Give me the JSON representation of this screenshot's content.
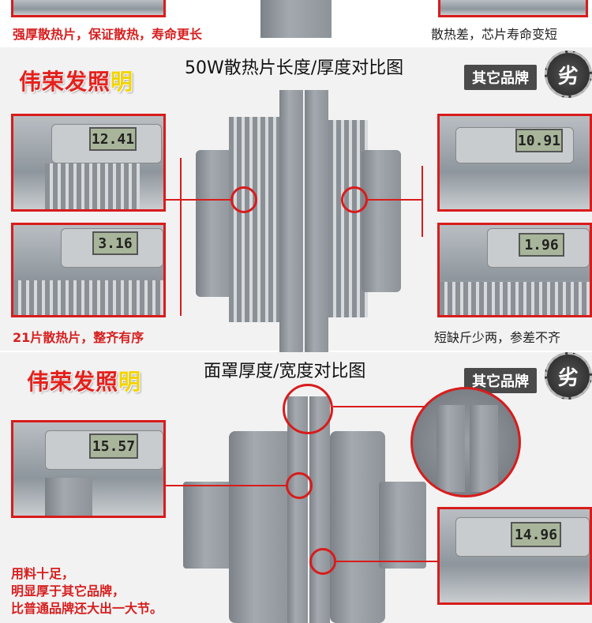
{
  "top_strip": {
    "left_caption": "强厚散热片，保证散热，寿命更长",
    "right_caption": "散热差，芯片寿命变短"
  },
  "section1": {
    "brand": "伟荣发照明",
    "title": "50W散热片长度/厚度对比图",
    "other_brand_label": "其它品牌",
    "badge_char": "劣",
    "readings": {
      "left_top": "12.41",
      "left_bottom": "3.16",
      "right_top": "10.91",
      "right_bottom": "1.96"
    },
    "left_caption": "21片散热片，整齐有序",
    "right_caption": "短缺斤少两，参差不齐"
  },
  "section2": {
    "brand": "伟荣发照明",
    "title": "面罩厚度/宽度对比图",
    "other_brand_label": "其它品牌",
    "badge_char": "劣",
    "readings": {
      "left": "15.57",
      "right": "14.96"
    },
    "caption_lines": [
      "用料十足，",
      "明显厚于其它品牌，",
      "比普通品牌还大出一大节。"
    ]
  },
  "colors": {
    "accent_red": "#d81c1c",
    "brand_red": "#e5201c",
    "brand_yellow": "#f3d400"
  }
}
